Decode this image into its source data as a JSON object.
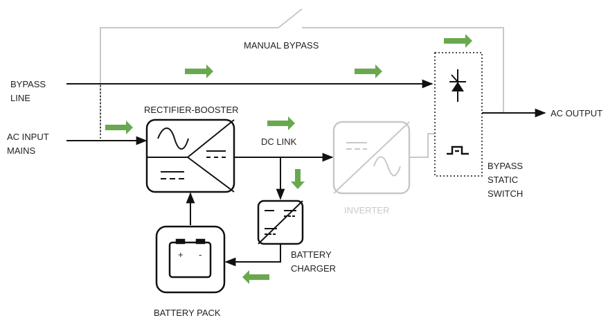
{
  "labels": {
    "manual_bypass": "MANUAL BYPASS",
    "bypass_line_1": "BYPASS",
    "bypass_line_2": "LINE",
    "ac_input_1": "AC INPUT",
    "ac_input_2": "MAINS",
    "rectifier": "RECTIFIER-BOOSTER",
    "dc_link": "DC LINK",
    "inverter": "INVERTER",
    "battery_charger_1": "BATTERY",
    "battery_charger_2": "CHARGER",
    "battery_pack": "BATTERY PACK",
    "bypass_switch_1": "BYPASS",
    "bypass_switch_2": "STATIC",
    "bypass_switch_3": "SWITCH",
    "ac_output": "AC OUTPUT",
    "battery_plus": "+",
    "battery_minus": "-"
  },
  "colors": {
    "line": "#111111",
    "faint": "#c8c8c8",
    "flow_arrow": "#6aa84f"
  }
}
